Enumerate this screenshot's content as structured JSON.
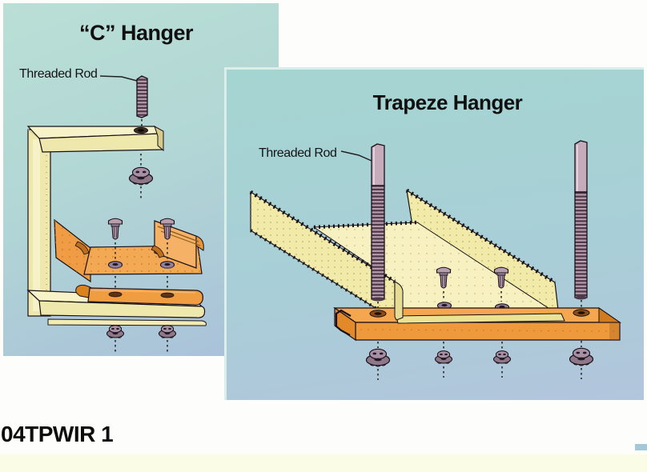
{
  "caption": "04TPWIR 1",
  "c_panel": {
    "title": "“C” Hanger",
    "rod_label": "Threaded Rod"
  },
  "trapeze_panel": {
    "title": "Trapeze Hanger",
    "rod_label": "Threaded Rod"
  },
  "colors": {
    "panel_teal_top": "#a5d5d1",
    "panel_blue_bottom": "#b2c5dc",
    "c_panel_teal_top": "#badfd6",
    "bracket_cream": "#efe8ac",
    "tray_orange": "#f0a050",
    "strut_orange": "#f4a74e",
    "rod_pink": "#c6abbb",
    "thread_dark": "#4e3a48",
    "hardware_purple": "#a890a4",
    "bottom_strip": "#fafce5",
    "outline": "#181018"
  }
}
